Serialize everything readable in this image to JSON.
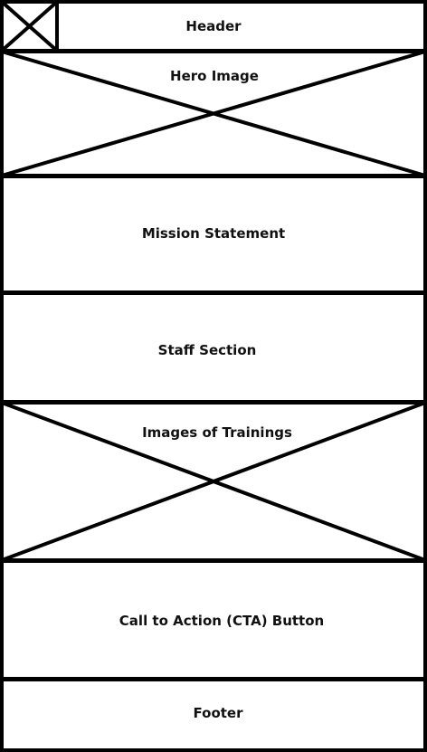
{
  "sections": {
    "header": {
      "label": "Header",
      "icon": "placeholder-image-icon"
    },
    "hero": {
      "label": "Hero Image",
      "icon": "placeholder-image-icon"
    },
    "mission": {
      "label": "Mission Statement"
    },
    "staff": {
      "label": "Staff Section"
    },
    "trainings": {
      "label": "Images of Trainings",
      "icon": "placeholder-image-icon"
    },
    "cta": {
      "label": "Call to Action (CTA) Button"
    },
    "footer": {
      "label": "Footer"
    }
  },
  "colors": {
    "stroke": "#000000",
    "background": "#ffffff"
  }
}
